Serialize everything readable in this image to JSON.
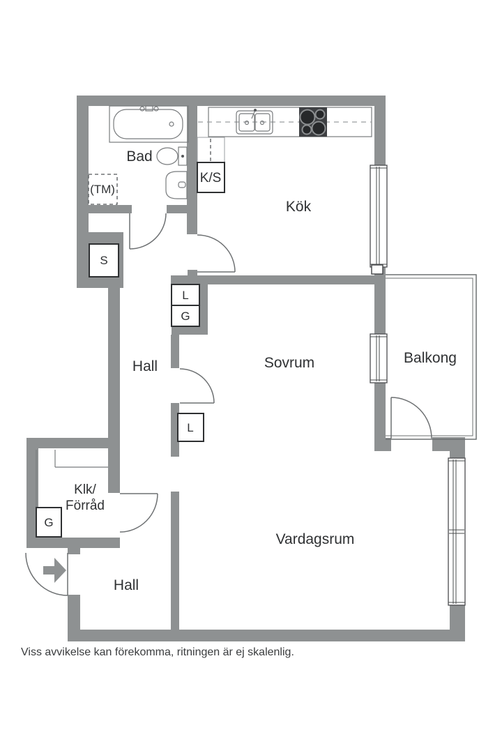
{
  "floor_plan": {
    "rooms": {
      "bad": "Bad",
      "kok": "Kök",
      "hall_upper": "Hall",
      "sovrum": "Sovrum",
      "balkong": "Balkong",
      "klk_line1": "Klk/",
      "klk_line2": "Förråd",
      "vardagsrum": "Vardagsrum",
      "hall_lower": "Hall"
    },
    "fixtures": {
      "ks": "K/S",
      "s": "S",
      "l_upper": "L",
      "g_upper": "G",
      "l_lower": "L",
      "g_lower": "G",
      "tm": "(TM)"
    },
    "disclaimer": "Viss avvikelse kan förekomma, ritningen är ej skalenlig.",
    "colors": {
      "wall": "#8e9192",
      "fixture_line": "#6d7072",
      "box_border": "#2e3032",
      "text": "#2f3133",
      "stove": "#3d3f42",
      "background": "#ffffff"
    }
  }
}
